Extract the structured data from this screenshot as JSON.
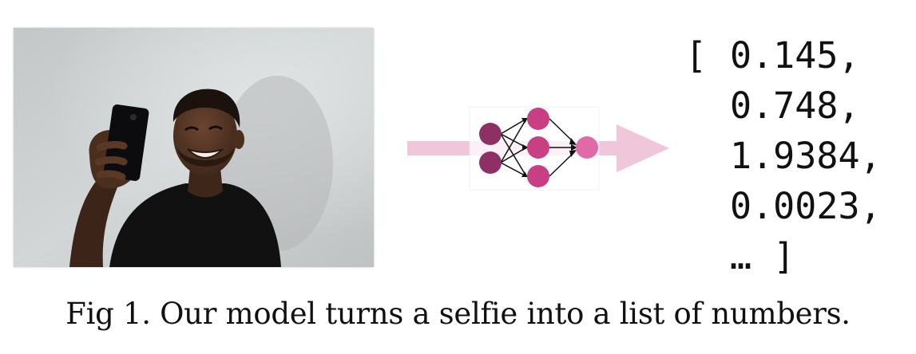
{
  "figure": {
    "photo": {
      "subject": "smiling man taking a selfie with a smartphone against a grey wall"
    },
    "network_icon": {
      "name": "neural-network-icon",
      "input_color": "#8e2f66",
      "hidden_color": "#c83f83",
      "output_color": "#e06aa6",
      "arrow_color": "#f0c6da"
    },
    "vector": {
      "open": "[",
      "values": [
        "0.145,",
        "0.748,",
        "1.9384,",
        "0.0023,"
      ],
      "ellipsis": "…",
      "close": "]"
    },
    "caption": "Fig 1. Our model turns a selfie into a list of numbers."
  }
}
